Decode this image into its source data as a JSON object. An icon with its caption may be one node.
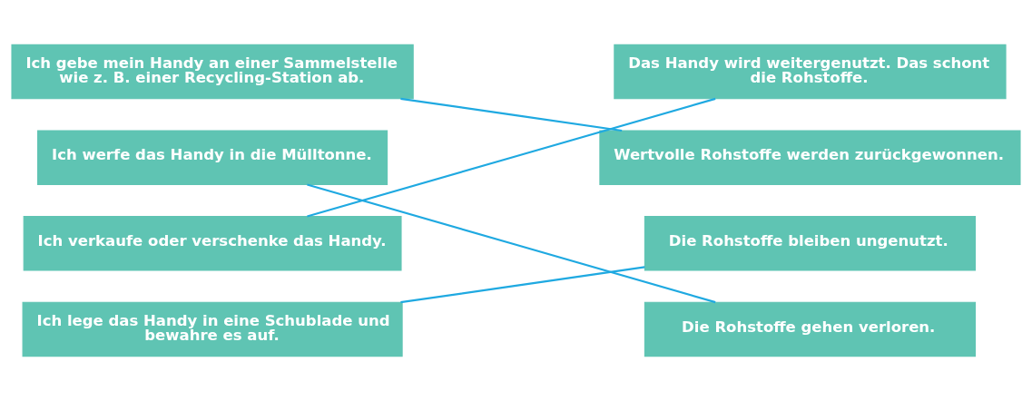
{
  "diagram": {
    "nodes": [
      {
        "text": [
          "Ich gebe mein Handy an einer Sammelstelle wie z. B. einer Recycling-Station ab."
        ]
      },
      {
        "text": [
          "Ich werfe das Handy in die Mülltonne."
        ]
      },
      {
        "text": [
          "Ich verkaufe oder verschenke das Handy."
        ]
      },
      {
        "text": [
          "Ich lege das Handy in eine Schublade und bewahre es auf."
        ]
      },
      {
        "text": [
          "Das Handy wird weitergenutzt. Das schont die Rohstoffe."
        ]
      },
      {
        "text": [
          "Wertvolle Rohstoffe werden zurückgewonnen."
        ]
      },
      {
        "text": [
          "Die Rohstoffe bleiben ungenutzt."
        ]
      },
      {
        "text": [
          "Die Rohstoffe gehen verloren."
        ]
      }
    ],
    "edges": [
      {
        "from": 0,
        "to": 5,
        "arrow": "none"
      },
      {
        "from": 1,
        "to": 7,
        "arrow": "none"
      },
      {
        "from": 2,
        "to": 4,
        "arrow": "none"
      },
      {
        "from": 3,
        "to": 6,
        "arrow": "none"
      }
    ]
  }
}
